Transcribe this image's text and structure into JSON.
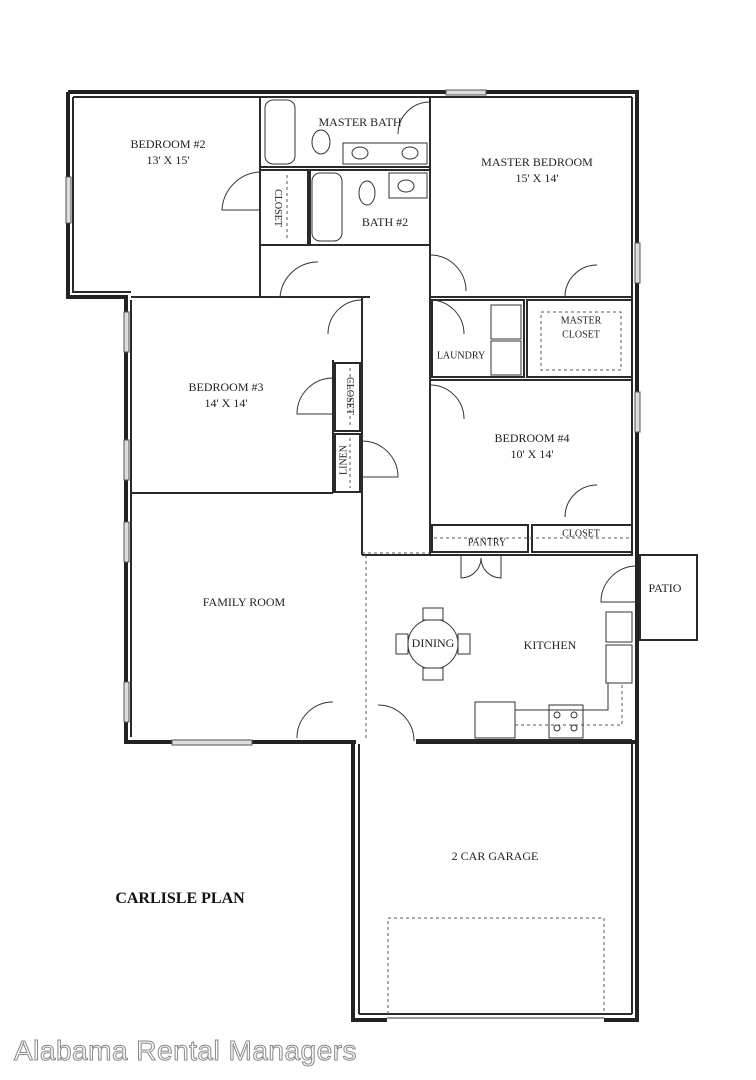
{
  "plan": {
    "title": "CARLISLE PLAN",
    "watermark": "Alabama Rental Managers"
  },
  "rooms": {
    "bedroom2": {
      "name": "BEDROOM #2",
      "size": "13' X 15'"
    },
    "master_bath": {
      "name": "MASTER BATH"
    },
    "bath2": {
      "name": "BATH #2"
    },
    "closet_bed2": {
      "name": "CLOSET"
    },
    "master_bedroom": {
      "name": "MASTER BEDROOM",
      "size": "15' X 14'"
    },
    "laundry": {
      "name": "LAUNDRY"
    },
    "master_closet": {
      "name": "MASTER CLOSET",
      "line1": "MASTER",
      "line2": "CLOSET"
    },
    "bedroom3": {
      "name": "BEDROOM #3",
      "size": "14' X 14'"
    },
    "closet_bed3": {
      "name": "CLOSET"
    },
    "linen": {
      "name": "LINEN"
    },
    "bedroom4": {
      "name": "BEDROOM #4",
      "size": "10' X 14'"
    },
    "pantry": {
      "name": "PANTRY"
    },
    "closet_bed4": {
      "name": "CLOSET"
    },
    "patio": {
      "name": "PATIO"
    },
    "family_room": {
      "name": "FAMILY ROOM"
    },
    "dining": {
      "name": "DINING"
    },
    "kitchen": {
      "name": "KITCHEN"
    },
    "garage": {
      "name": "2 CAR GARAGE"
    }
  }
}
